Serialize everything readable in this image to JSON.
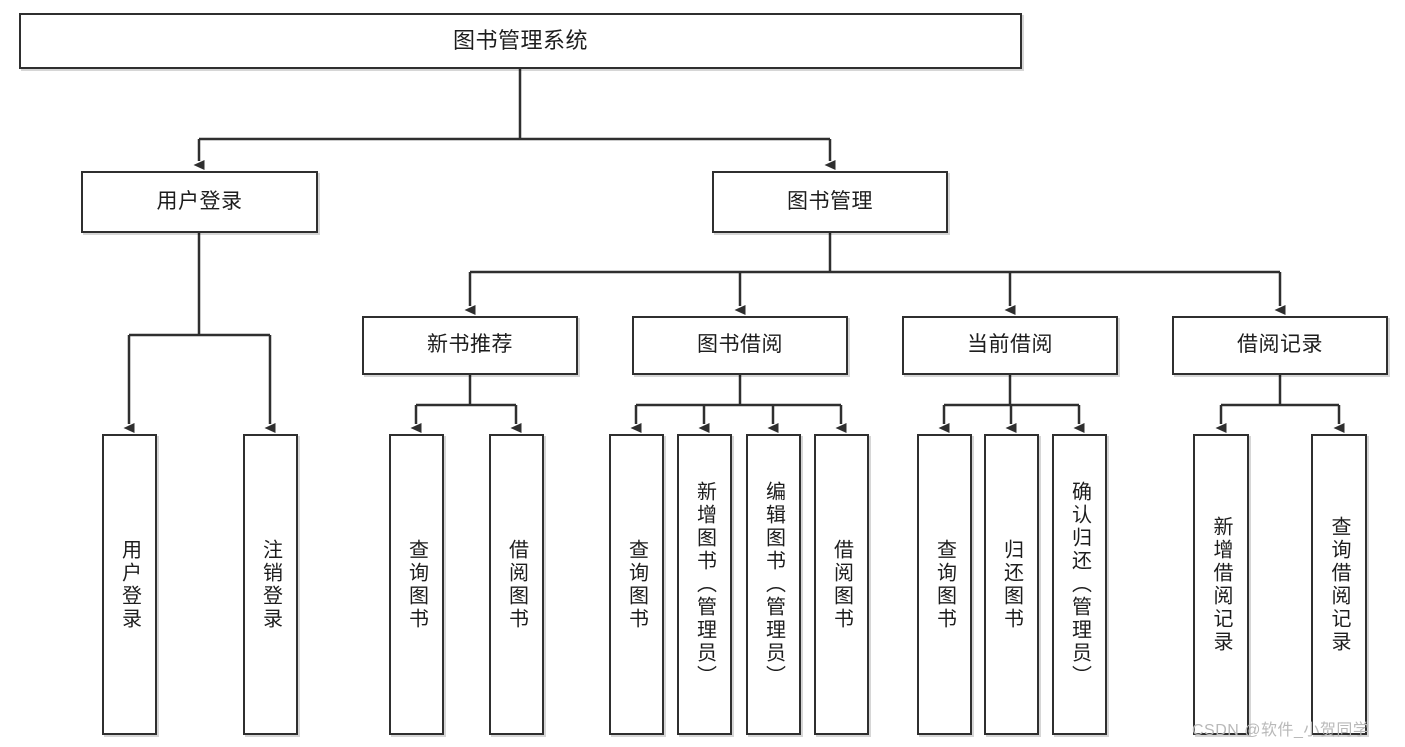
{
  "diagram": {
    "title": "图书管理系统",
    "type": "tree-hierarchy-diagram",
    "watermark": "CSDN @软件_小贺同学",
    "colors": {
      "node_border": "#2f2f2f",
      "node_fill": "#ffffff",
      "edge": "#2f2f2f",
      "text": "#1d1d1d",
      "watermark": "#b9b9b9",
      "background": "#ffffff"
    },
    "nodes": {
      "root": {
        "label": "图书管理系统"
      },
      "level1": [
        {
          "label": "用户登录"
        },
        {
          "label": "图书管理"
        }
      ],
      "level2": [
        {
          "label": "新书推荐"
        },
        {
          "label": "图书借阅"
        },
        {
          "label": "当前借阅"
        },
        {
          "label": "借阅记录"
        }
      ],
      "leaves": {
        "user_login": [
          {
            "label": "用户登录"
          },
          {
            "label": "注销登录"
          }
        ],
        "new_book_recommend": [
          {
            "label": "查询图书"
          },
          {
            "label": "借阅图书"
          }
        ],
        "book_borrow": [
          {
            "label": "查询图书"
          },
          {
            "label": "新增图书（管理员）"
          },
          {
            "label": "编辑图书（管理员）"
          },
          {
            "label": "借阅图书"
          }
        ],
        "current_borrow": [
          {
            "label": "查询图书"
          },
          {
            "label": "归还图书"
          },
          {
            "label": "确认归还（管理员）"
          }
        ],
        "borrow_records": [
          {
            "label": "新增借阅记录"
          },
          {
            "label": "查询借阅记录"
          }
        ]
      }
    }
  }
}
